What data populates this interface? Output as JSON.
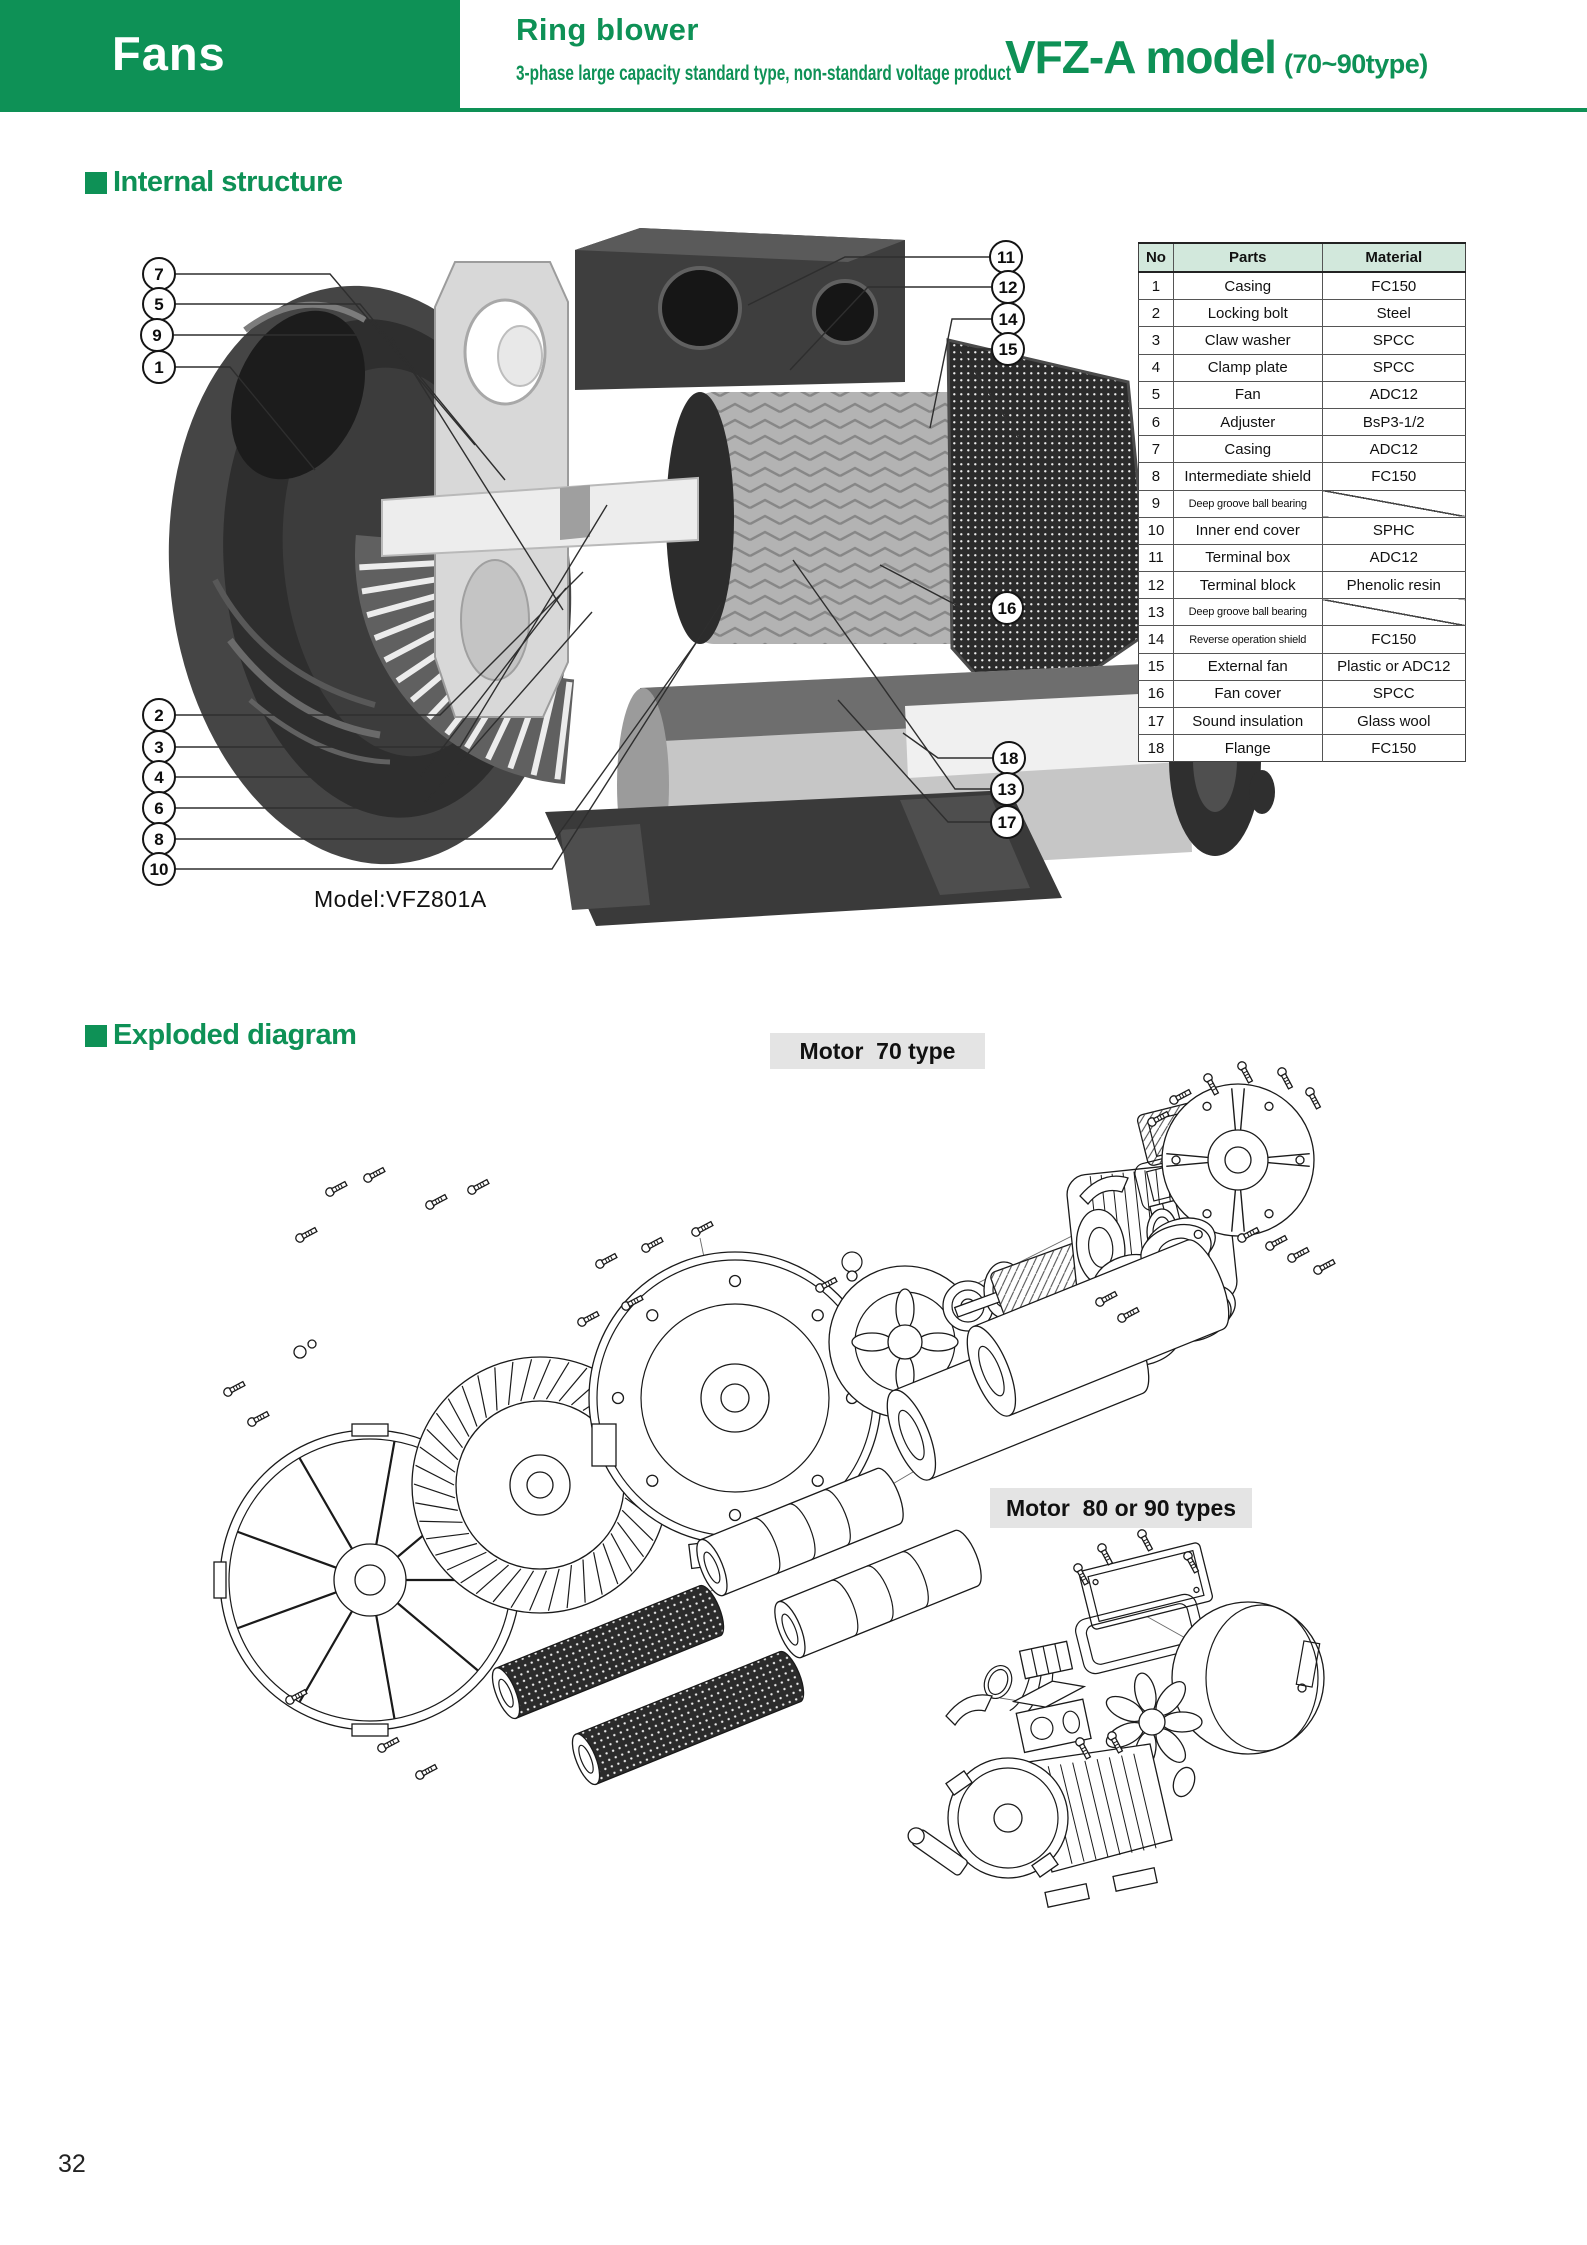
{
  "colors": {
    "accent": "#0e9156",
    "table_header_bg": "#d2e8dc",
    "label_bg": "#e4e4e4"
  },
  "header": {
    "category": "Fans",
    "product": "Ring blower",
    "subtitle": "3-phase large capacity standard type, non-standard voltage product",
    "model": "VFZ-A model",
    "model_range": "(70~90type)"
  },
  "sections": {
    "internal": {
      "title": "Internal structure",
      "model_caption": "Model:VFZ801A"
    },
    "exploded": {
      "title": "Exploded diagram",
      "motor70_label": "Motor  70 type",
      "motor8090_label": "Motor  80 or 90 types"
    }
  },
  "callouts": [
    "7",
    "5",
    "9",
    "1",
    "2",
    "3",
    "4",
    "6",
    "8",
    "10",
    "11",
    "12",
    "14",
    "15",
    "16",
    "18",
    "13",
    "17"
  ],
  "parts_table": {
    "headers": [
      "No",
      "Parts",
      "Material"
    ],
    "rows": [
      [
        "1",
        "Casing",
        "FC150"
      ],
      [
        "2",
        "Locking bolt",
        "Steel"
      ],
      [
        "3",
        "Claw washer",
        "SPCC"
      ],
      [
        "4",
        "Clamp plate",
        "SPCC"
      ],
      [
        "5",
        "Fan",
        "ADC12"
      ],
      [
        "6",
        "Adjuster",
        "BsP3-1/2"
      ],
      [
        "7",
        "Casing",
        "ADC12"
      ],
      [
        "8",
        "Intermediate shield",
        "FC150"
      ],
      [
        "9",
        "Deep groove ball bearing",
        ""
      ],
      [
        "10",
        "Inner end cover",
        "SPHC"
      ],
      [
        "11",
        "Terminal box",
        "ADC12"
      ],
      [
        "12",
        "Terminal block",
        "Phenolic resin"
      ],
      [
        "13",
        "Deep groove ball bearing",
        ""
      ],
      [
        "14",
        "Reverse operation shield",
        "FC150"
      ],
      [
        "15",
        "External fan",
        "Plastic or ADC12"
      ],
      [
        "16",
        "Fan cover",
        "SPCC"
      ],
      [
        "17",
        "Sound insulation",
        "Glass wool"
      ],
      [
        "18",
        "Flange",
        "FC150"
      ]
    ]
  },
  "page_number": "32"
}
